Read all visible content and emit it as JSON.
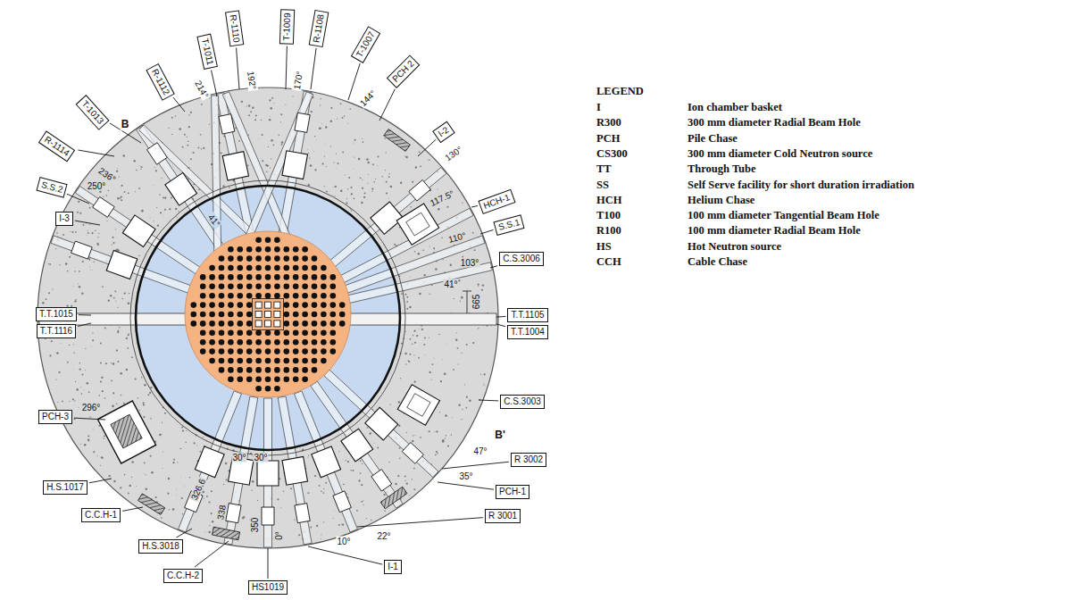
{
  "diagram": {
    "nodes": [
      {
        "text": [
          "T-1013"
        ]
      },
      {
        "text": [
          "R-1112"
        ]
      },
      {
        "text": [
          "T-1011"
        ]
      },
      {
        "text": [
          "R-1110"
        ]
      },
      {
        "text": [
          "T-1009"
        ]
      },
      {
        "text": [
          "R-1108"
        ]
      },
      {
        "text": [
          "T-1007"
        ]
      },
      {
        "text": [
          "PCH 2"
        ]
      },
      {
        "text": [
          "I-2"
        ]
      },
      {
        "text": [
          "HCH-1"
        ]
      },
      {
        "text": [
          "S.S.1"
        ]
      },
      {
        "text": [
          "C.S.3006"
        ]
      },
      {
        "text": [
          "T.T.1105"
        ]
      },
      {
        "text": [
          "T.T.1004"
        ]
      },
      {
        "text": [
          "C.S.3003"
        ]
      },
      {
        "text": [
          "R 3002"
        ]
      },
      {
        "text": [
          "PCH-1"
        ]
      },
      {
        "text": [
          "R 3001"
        ]
      },
      {
        "text": [
          "I-1"
        ]
      },
      {
        "text": [
          "HS1019"
        ]
      },
      {
        "text": [
          "C.C.H-2"
        ]
      },
      {
        "text": [
          "H.S.3018"
        ]
      },
      {
        "text": [
          "C.C.H-1"
        ]
      },
      {
        "text": [
          "H.S.1017"
        ]
      },
      {
        "text": [
          "PCH-3"
        ]
      },
      {
        "text": [
          "T.T.1116"
        ]
      },
      {
        "text": [
          "T.T.1015"
        ]
      },
      {
        "text": [
          "I-3"
        ]
      },
      {
        "text": [
          "S.S.2"
        ]
      },
      {
        "text": [
          "R-1114"
        ]
      }
    ],
    "labels": [
      "B",
      "214°",
      "192°",
      "170°",
      "144°",
      "130°",
      "117.5°",
      "110°",
      "103°",
      "41°",
      "665",
      "47°",
      "B'",
      "35°",
      "22°",
      "10°",
      "0°",
      "350",
      "338",
      "326.6",
      "296°",
      "250°",
      "236°",
      "41°",
      "30°",
      "30°",
      "LEGEND",
      "I",
      "Ion chamber basket",
      "R300",
      "300 mm diameter Radial Beam Hole",
      "PCH",
      "Pile Chase",
      "CS300",
      "300 mm diameter Cold Neutron source",
      "TT",
      "Through Tube",
      "SS",
      "Self Serve facility for short duration irradiation",
      "HCH",
      "Helium Chase",
      "T100",
      "100 mm diameter Tangential Beam Hole",
      "R100",
      "100 mm diameter Radial Beam Hole",
      "HS",
      "Hot Neutron source",
      "CCH",
      "Cable Chase"
    ]
  }
}
